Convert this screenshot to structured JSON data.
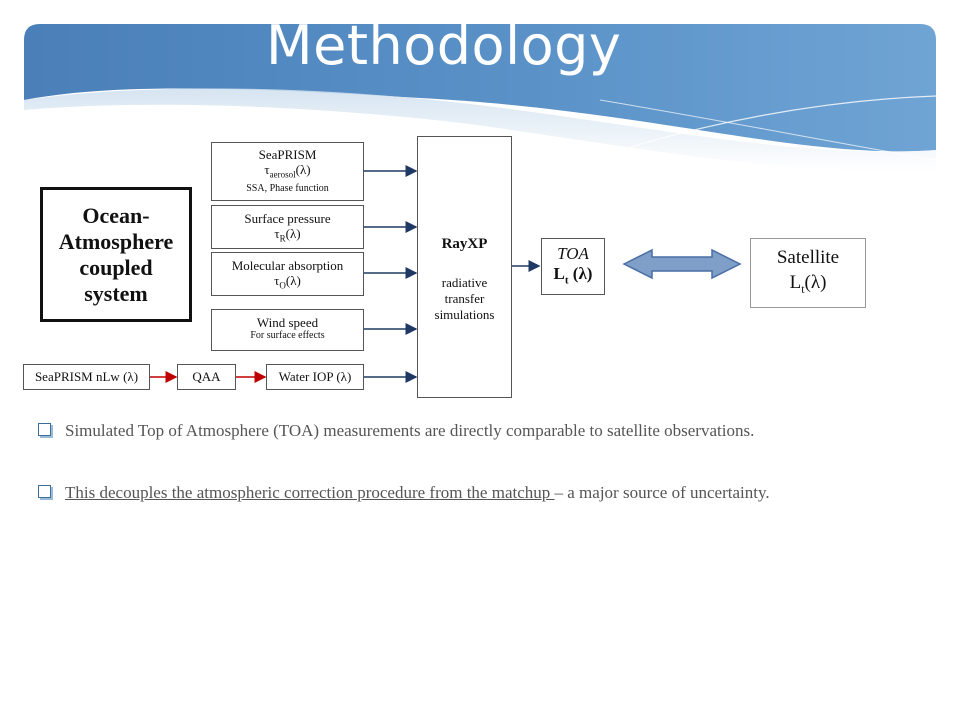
{
  "slide": {
    "title": "Methodology"
  },
  "diagram": {
    "ocean_box": "Ocean-Atmosphere coupled system",
    "ocean_lines": [
      "Ocean-",
      "Atmosphere",
      "coupled",
      "system"
    ],
    "inputs": [
      {
        "line1": "SeaPRISM",
        "line2": "τ",
        "line2_sub": "aerosol",
        "line2_tail": "(λ)",
        "line3": "SSA, Phase function"
      },
      {
        "line1": "Surface pressure",
        "line2": "τ",
        "line2_sub": "R",
        "line2_tail": "(λ)"
      },
      {
        "line1": "Molecular absorption",
        "line2": "τ",
        "line2_sub": "O",
        "line2_tail": "(λ)"
      },
      {
        "line1": "Wind speed",
        "line3": "For surface effects"
      }
    ],
    "chain": [
      "SeaPRISM nLw (λ)",
      "QAA",
      "Water IOP (λ)"
    ],
    "rayxp_title": "RayXP",
    "rayxp_lines": [
      "radiative",
      "transfer",
      "simulations"
    ],
    "toa_label": "TOA",
    "toa_value": "L",
    "toa_sub": "t",
    "toa_tail": "(λ)",
    "satellite_label": "Satellite",
    "satellite_value": "L",
    "satellite_sub": "t",
    "satellite_tail": "(λ)",
    "colors": {
      "arrow_blue": "#1f3864",
      "arrow_red": "#c00000",
      "double_arrow": "#7f9fc8"
    }
  },
  "bullets": [
    {
      "text": "Simulated Top of Atmosphere (TOA) measurements are directly comparable to satellite observations."
    },
    {
      "underlined": "This decouples the atmospheric correction procedure from the matchup ",
      "rest": "– a major source of uncertainty."
    }
  ]
}
